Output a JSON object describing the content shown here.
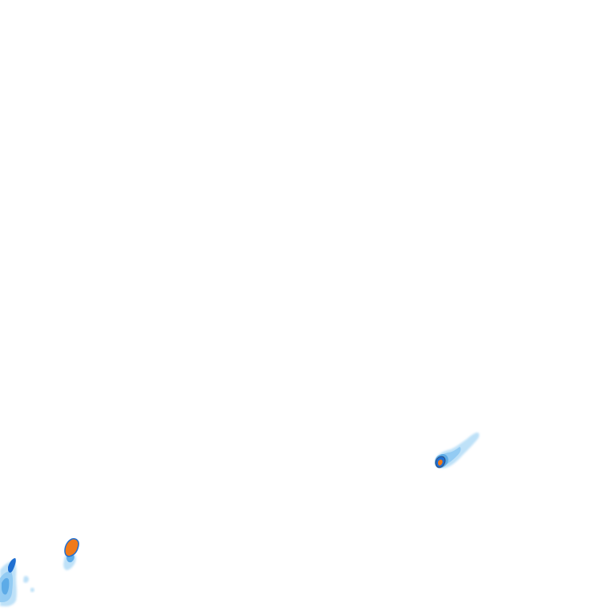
{
  "map": {
    "layer": "precipitation-radar",
    "background_color": "#ffffff",
    "intensity_colors": {
      "light": "#b3dcf7",
      "light_mid": "#8ec9f2",
      "moderate": "#5aa9e6",
      "heavy": "#1f6fd1",
      "intense": "#f07a1a",
      "outline": "#2a3f6b"
    },
    "cells": [
      {
        "id": "cell-east",
        "peak_intensity": "moderate"
      },
      {
        "id": "cell-southwest",
        "peak_intensity": "intense"
      },
      {
        "id": "cell-southwest-edge",
        "peak_intensity": "heavy"
      }
    ]
  }
}
